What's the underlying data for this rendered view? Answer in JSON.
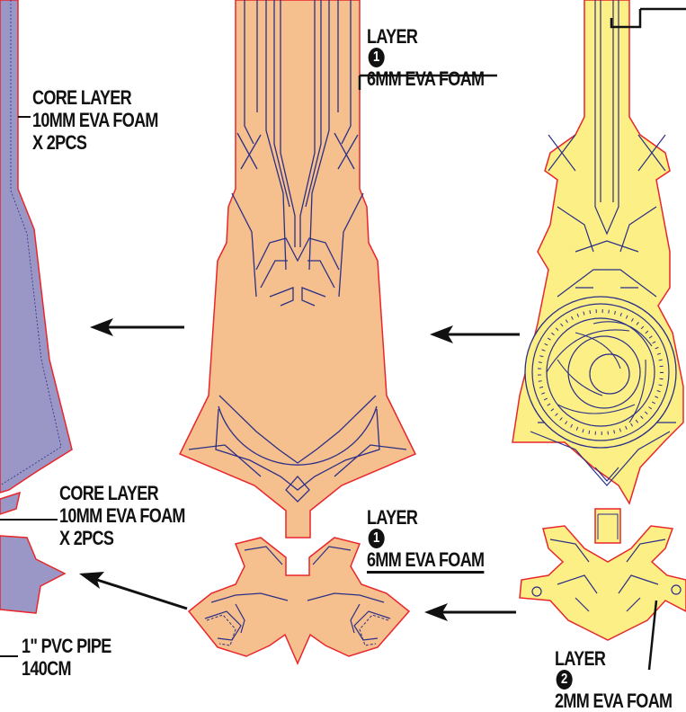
{
  "labels": {
    "core_top": {
      "line1": "CORE LAYER",
      "line2": "10MM EVA FOAM",
      "line3": "X 2PCS"
    },
    "layer1_top": {
      "text": "LAYER",
      "num": "1",
      "line2": "6MM EVA FOAM"
    },
    "core_bottom": {
      "line1": "CORE LAYER",
      "line2": "10MM EVA FOAM",
      "line3": "X 2PCS"
    },
    "layer1_bottom": {
      "text": "LAYER",
      "num": "1",
      "line2": "6MM EVA FOAM"
    },
    "pvc": {
      "line1": "1\" PVC PIPE",
      "line2": "140CM"
    },
    "layer2": {
      "text": "LAYER",
      "num": "2",
      "line2": "2MM EVA FOAM"
    }
  },
  "colors": {
    "core_fill": "#9a97c6",
    "layer1_fill": "#f5bf8e",
    "layer2_fill": "#fbef86",
    "outline_red": "#e8262b",
    "detail_blue": "#2b2f86",
    "arrow": "#111111"
  }
}
